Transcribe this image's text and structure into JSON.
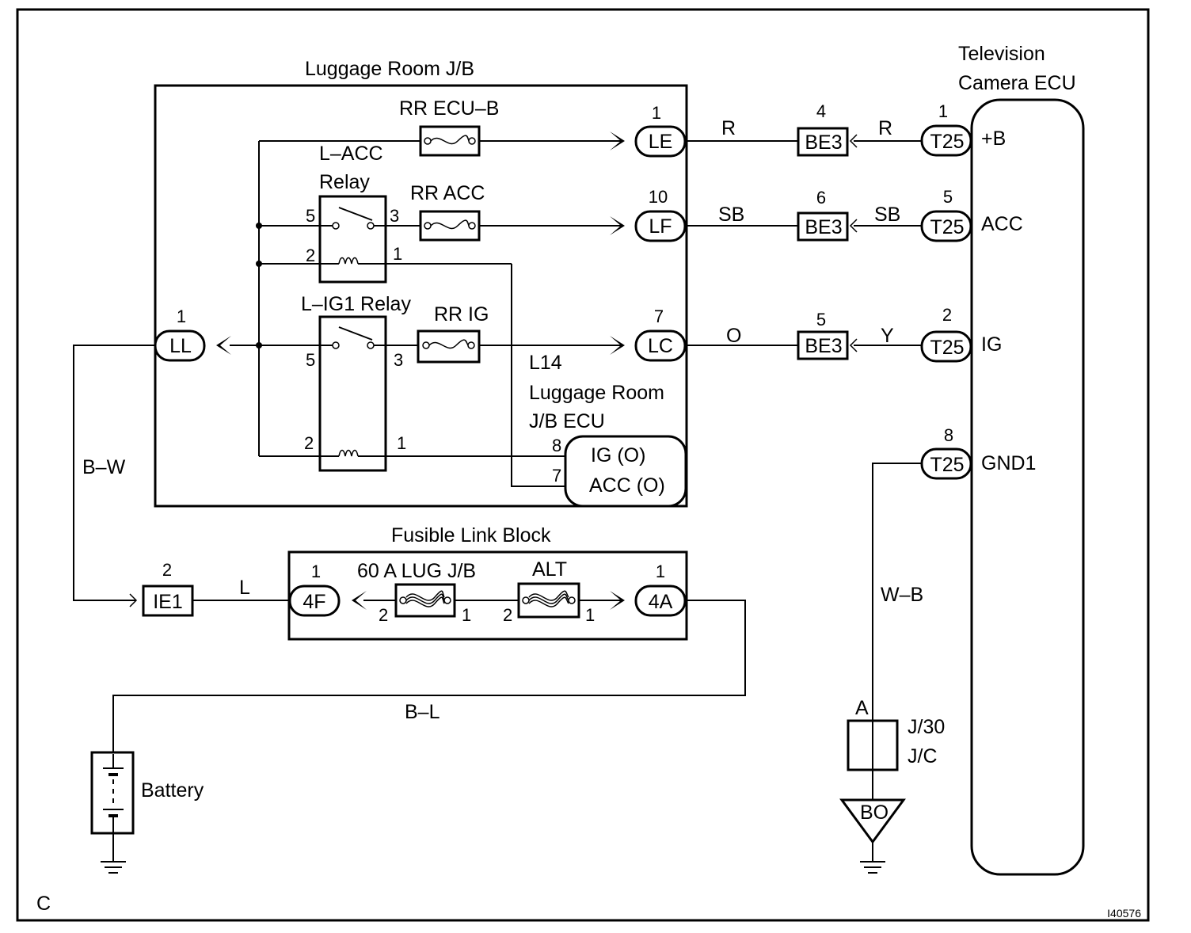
{
  "luggage_jb": {
    "title": "Luggage Room J/B",
    "fuses": {
      "rr_ecu_b": "RR ECU–B",
      "rr_acc": "RR ACC",
      "rr_ig": "RR IG"
    },
    "relays": {
      "l_acc_line1": "L–ACC",
      "l_acc_line2": "Relay",
      "l_ig1": "L–IG1 Relay"
    },
    "connectors": {
      "le": {
        "code": "LE",
        "pin": "1"
      },
      "lf": {
        "code": "LF",
        "pin": "10"
      },
      "lc": {
        "code": "LC",
        "pin": "7"
      },
      "ll": {
        "code": "LL",
        "pin": "1"
      }
    },
    "relay_pins": {
      "acc_5": "5",
      "acc_3": "3",
      "acc_2": "2",
      "acc_1": "1",
      "ig_5": "5",
      "ig_3": "3",
      "ig_2": "2",
      "ig_1": "1"
    },
    "ecu": {
      "code": "L14",
      "name_line1": "Luggage Room",
      "name_line2": "J/B ECU",
      "ig_label": "IG (O)",
      "acc_label": "ACC (O)",
      "ig_pin": "8",
      "acc_pin": "7"
    }
  },
  "wires": {
    "r_left": "R",
    "r_right": "R",
    "sb_left": "SB",
    "sb_right": "SB",
    "o": "O",
    "y": "Y",
    "bw": "B–W",
    "l": "L",
    "bl": "B–L",
    "wb": "W–B"
  },
  "be3": [
    {
      "code": "BE3",
      "pin": "4"
    },
    {
      "code": "BE3",
      "pin": "6"
    },
    {
      "code": "BE3",
      "pin": "5"
    }
  ],
  "tv_ecu": {
    "title_line1": "Television",
    "title_line2": "Camera ECU",
    "connectors": [
      {
        "code": "T25",
        "pin": "1",
        "terminal": "+B"
      },
      {
        "code": "T25",
        "pin": "5",
        "terminal": "ACC"
      },
      {
        "code": "T25",
        "pin": "2",
        "terminal": "IG"
      },
      {
        "code": "T25",
        "pin": "8",
        "terminal": "GND1"
      }
    ]
  },
  "fusible_link_block": {
    "title": "Fusible Link Block",
    "fuse_lug": "60 A LUG J/B",
    "fuse_alt": "ALT",
    "fuse_lug_pin_left": "2",
    "fuse_lug_pin_right": "1",
    "fuse_alt_pin_left": "2",
    "fuse_alt_pin_right": "1",
    "conn_4f": {
      "code": "4F",
      "pin": "1"
    },
    "conn_4a": {
      "code": "4A",
      "pin": "1"
    }
  },
  "ie1": {
    "code": "IE1",
    "pin": "2"
  },
  "battery": "Battery",
  "jc": {
    "pin": "A",
    "line1": "J/30",
    "line2": "J/C"
  },
  "ground": "BO",
  "corner_letter": "C",
  "figure_id": "I40576"
}
